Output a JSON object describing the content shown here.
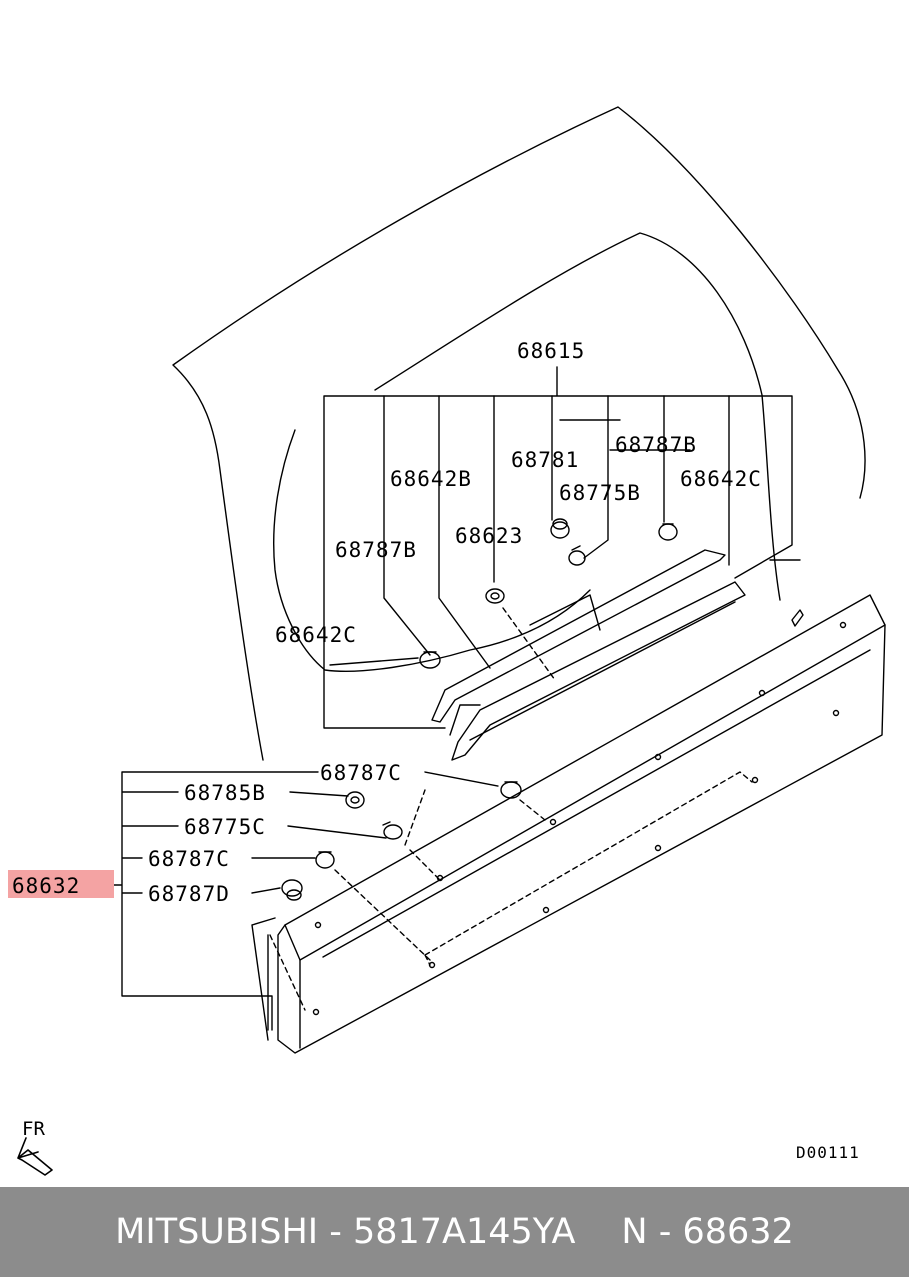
{
  "callouts": {
    "c68615": "68615",
    "c68642B": "68642B",
    "c68781": "68781",
    "c68787B_top": "68787B",
    "c68775B": "68775B",
    "c68642C_right": "68642C",
    "c68623": "68623",
    "c68787B_left": "68787B",
    "c68642C_left": "68642C",
    "c68787C_a": "68787C",
    "c68785B": "68785B",
    "c68775C": "68775C",
    "c68787C_b": "68787C",
    "c68632": "68632",
    "c68787D": "68787D"
  },
  "front_marker": "FR",
  "diagram_code": "D00111",
  "footer": {
    "brand_part": "MITSUBISHI - 5817A145YA",
    "ref": "N - 68632"
  },
  "highlight_color": "#f4a3a3"
}
